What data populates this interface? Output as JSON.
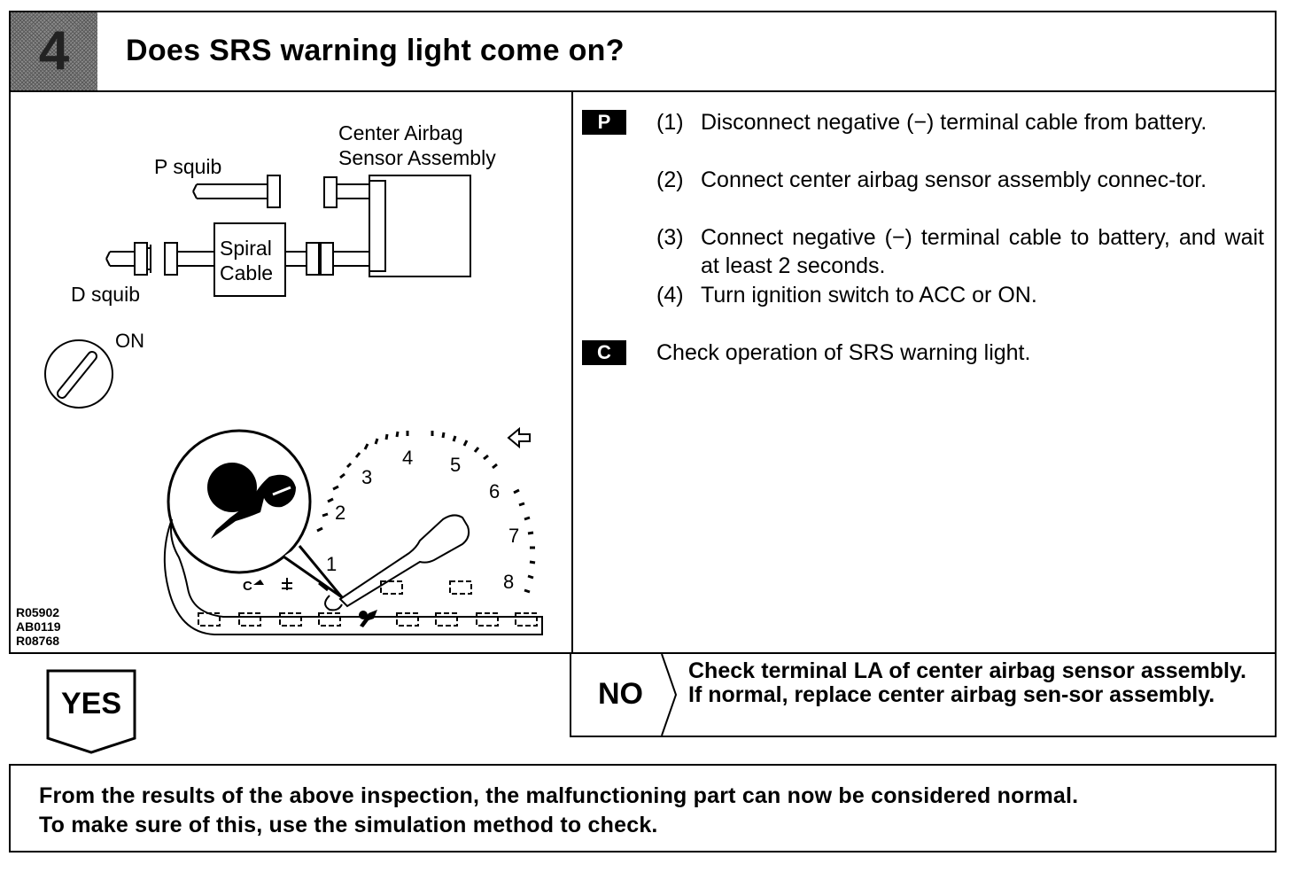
{
  "header": {
    "step_number": "4",
    "title": "Does SRS warning light come on?"
  },
  "diagram": {
    "label_center_airbag_1": "Center Airbag",
    "label_center_airbag_2": "Sensor Assembly",
    "label_p_squib": "P squib",
    "label_d_squib": "D squib",
    "label_spiral_1": "Spiral",
    "label_spiral_2": "Cable",
    "label_on": "ON",
    "gauge_numbers": [
      "1",
      "2",
      "3",
      "4",
      "5",
      "6",
      "7",
      "8"
    ],
    "gauge_c_label": "C",
    "ref_codes": [
      "R05902",
      "AB0119",
      "R08768"
    ]
  },
  "procedure": {
    "p_tag": "P",
    "c_tag": "C",
    "steps": [
      {
        "num": "(1)",
        "text": "Disconnect negative (−) terminal cable from battery."
      },
      {
        "num": "(2)",
        "text": "Connect center airbag sensor assembly connec-tor."
      },
      {
        "num": "(3)",
        "text": "Connect negative (−) terminal cable to battery, and wait at least 2 seconds."
      },
      {
        "num": "(4)",
        "text": "Turn ignition switch to ACC or ON."
      }
    ],
    "check": "Check operation of SRS warning light."
  },
  "result": {
    "yes_label": "YES",
    "no_label": "NO",
    "no_text": "Check terminal LA of center airbag sensor assembly. If normal, replace center airbag sen-sor assembly."
  },
  "footer": {
    "line1": "From the results of the above inspection, the malfunctioning part can now be considered normal.",
    "line2": "To make sure of this, use the simulation method to check."
  }
}
